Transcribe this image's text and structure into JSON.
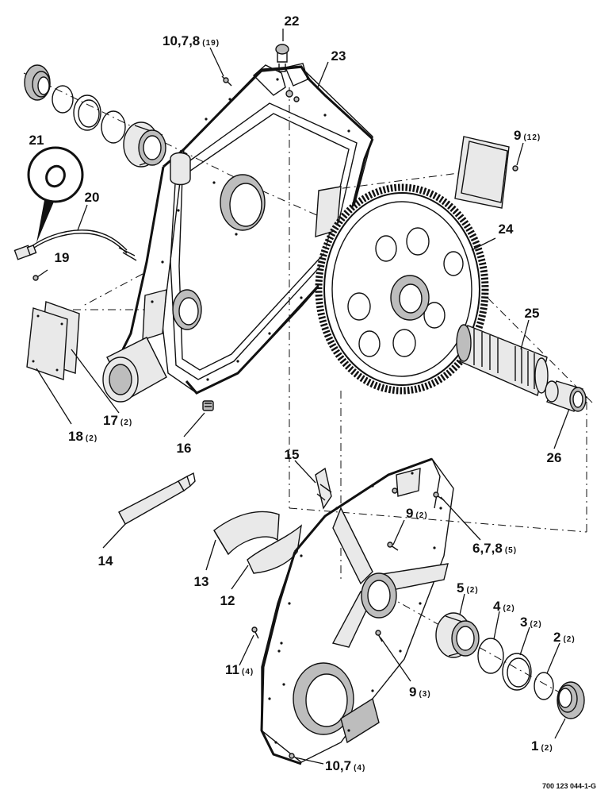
{
  "diagram": {
    "callouts": [
      {
        "id": "c22",
        "num": "22",
        "qty": ""
      },
      {
        "id": "c23",
        "num": "23",
        "qty": ""
      },
      {
        "id": "c10a",
        "num": "10,7,8",
        "qty": "(19)"
      },
      {
        "id": "c21",
        "num": "21",
        "qty": ""
      },
      {
        "id": "c20",
        "num": "20",
        "qty": ""
      },
      {
        "id": "c19",
        "num": "19",
        "qty": ""
      },
      {
        "id": "c9a",
        "num": "9",
        "qty": "(12)"
      },
      {
        "id": "c24",
        "num": "24",
        "qty": ""
      },
      {
        "id": "c25",
        "num": "25",
        "qty": ""
      },
      {
        "id": "c26",
        "num": "26",
        "qty": ""
      },
      {
        "id": "c17",
        "num": "17",
        "qty": "(2)"
      },
      {
        "id": "c18",
        "num": "18",
        "qty": "(2)"
      },
      {
        "id": "c16",
        "num": "16",
        "qty": ""
      },
      {
        "id": "c15",
        "num": "15",
        "qty": ""
      },
      {
        "id": "c14",
        "num": "14",
        "qty": ""
      },
      {
        "id": "c13",
        "num": "13",
        "qty": ""
      },
      {
        "id": "c12",
        "num": "12",
        "qty": ""
      },
      {
        "id": "c9b",
        "num": "9",
        "qty": "(2)"
      },
      {
        "id": "c678",
        "num": "6,7,8",
        "qty": "(5)"
      },
      {
        "id": "c5",
        "num": "5",
        "qty": "(2)"
      },
      {
        "id": "c4",
        "num": "4",
        "qty": "(2)"
      },
      {
        "id": "c3",
        "num": "3",
        "qty": "(2)"
      },
      {
        "id": "c2",
        "num": "2",
        "qty": "(2)"
      },
      {
        "id": "c11",
        "num": "11",
        "qty": "(4)"
      },
      {
        "id": "c9c",
        "num": "9",
        "qty": "(3)"
      },
      {
        "id": "c1",
        "num": "1",
        "qty": "(2)"
      },
      {
        "id": "c107",
        "num": "10,7",
        "qty": "(4)"
      }
    ],
    "drawing_number": "700 123 044-1-G"
  }
}
